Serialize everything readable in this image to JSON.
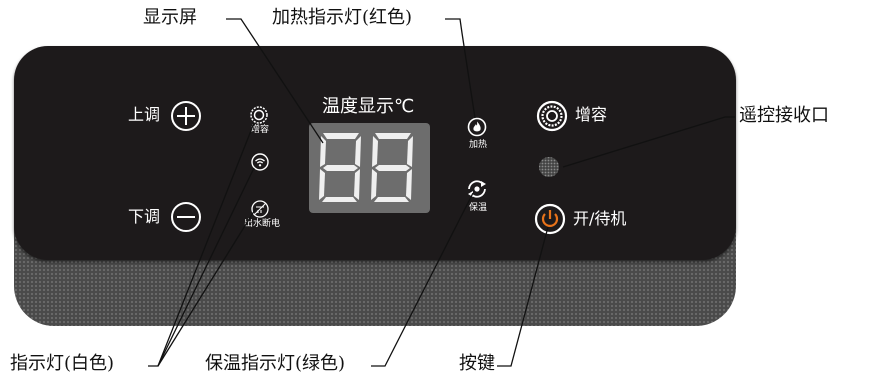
{
  "panel": {
    "display_title": "温度显示℃",
    "up_label": "上调",
    "down_label": "下调",
    "capacity_label": "增容",
    "capacity_small": "增容",
    "power_label": "开/待机",
    "heat_small": "加热",
    "keep_warm_small": "保温",
    "water_cut_small": "出水断电",
    "display_digits": "88"
  },
  "annotations": {
    "display_screen": "显示屏",
    "heating_light": "加热指示灯(红色)",
    "remote_receiver": "遥控接收口",
    "indicator_white": "指示灯(白色)",
    "keep_warm_light": "保温指示灯(绿色)",
    "buttons": "按键"
  },
  "colors": {
    "panel": "#1d1a1b",
    "power_accent": "#e8731a",
    "display_bg": "#6d6d6d"
  }
}
